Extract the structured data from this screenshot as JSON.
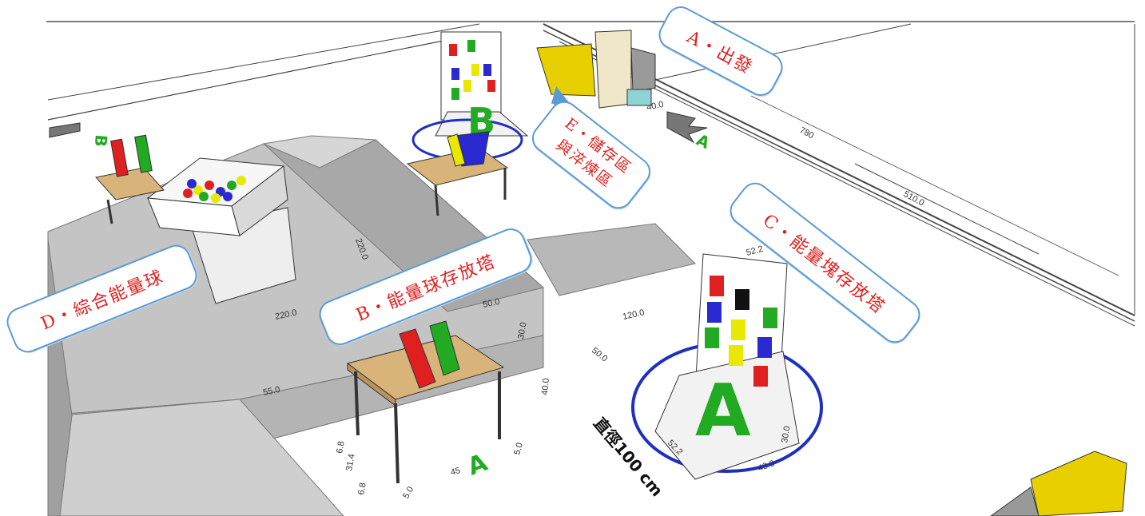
{
  "callouts": {
    "a_start": "A・出發",
    "e_storage_line1": "E・儲存區",
    "e_storage_line2": "與淬煉區",
    "c_block_tower": "C・能量塊存放塔",
    "d_energy_ball": "D・綜合能量球",
    "b_ball_tower": "B・能量球存放塔"
  },
  "station_letters": {
    "a": "A",
    "b": "B"
  },
  "diameter_label": "直徑100 cm",
  "dimensions": {
    "d_220_top": "220.0",
    "d_220_left": "220.0",
    "d_50": "50.0",
    "d_120": "120.0",
    "d_50_b": "50.0",
    "d_30": "30.0",
    "d_55": "55.0",
    "d_40": "40.0",
    "d_45": "45",
    "d_5_a": "5.0",
    "d_5_b": "5.0",
    "d_6_8_a": "6.8",
    "d_31_4": "31.4",
    "d_6_8_b": "6.8",
    "d_52_2_top": "52.2",
    "d_52_2_bottom": "52.2",
    "d_43": "43.0",
    "d_30_c": "30.0",
    "d_780": "780",
    "d_510": "510.0",
    "d_40_start": "40.0"
  },
  "colors": {
    "callout_border": "#5b9bd5",
    "callout_text": "#e02020",
    "arrow": "#5b9bd5",
    "circle": "#1f2fbf",
    "letter_green": "#22aa22",
    "table_wood": "#d8b47a",
    "ramp_gray": "#bdbdbd"
  }
}
